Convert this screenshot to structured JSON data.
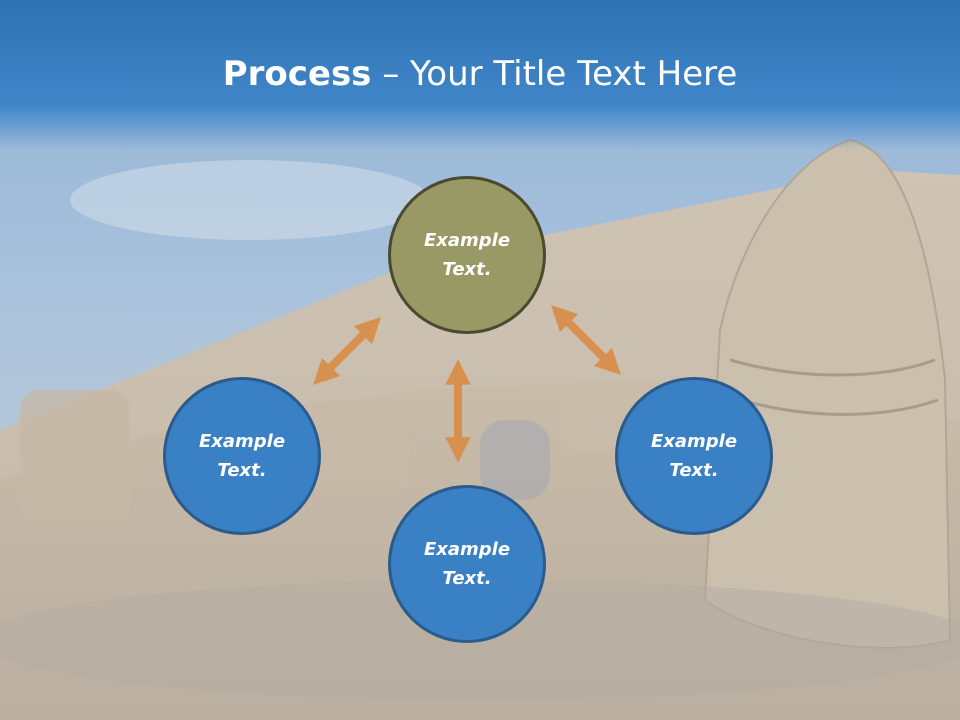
{
  "slide": {
    "title_strong": "Process",
    "title_rest": " – Your Title Text Here"
  },
  "diagram": {
    "nodes": [
      {
        "id": "top",
        "label": "Example Text.",
        "color": "#999966"
      },
      {
        "id": "left",
        "label": "Example Text.",
        "color": "#3a80c4"
      },
      {
        "id": "bottom",
        "label": "Example Text.",
        "color": "#3a80c4"
      },
      {
        "id": "right",
        "label": "Example Text.",
        "color": "#3a80c4"
      }
    ],
    "arrow_color": "#d8904f"
  }
}
